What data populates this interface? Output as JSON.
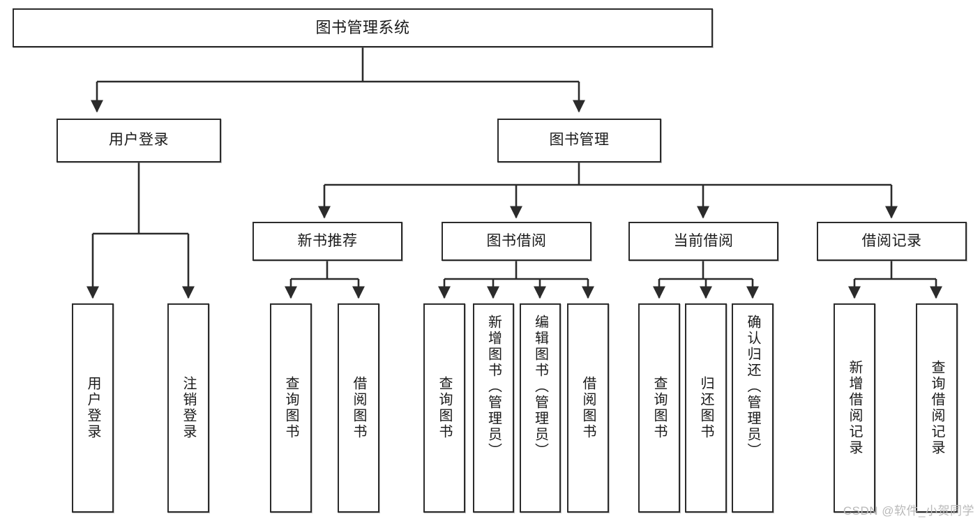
{
  "diagram": {
    "type": "tree-hierarchy",
    "title": "图书管理系统",
    "orientation": "top-down",
    "line_color": "#2b2b2b",
    "box_fill": "#ffffff",
    "text_color": "#1a1a1a",
    "watermark": "CSDN @软件_小贺同学"
  },
  "nodes": {
    "root": {
      "label": "图书管理系统"
    },
    "level1": [
      {
        "id": "user-login",
        "label": "用户登录"
      },
      {
        "id": "book-manage",
        "label": "图书管理"
      }
    ],
    "level2": [
      {
        "id": "new-book-rec",
        "label": "新书推荐"
      },
      {
        "id": "book-borrow",
        "label": "图书借阅"
      },
      {
        "id": "current-borrow",
        "label": "当前借阅"
      },
      {
        "id": "borrow-record",
        "label": "借阅记录"
      }
    ],
    "leaves": {
      "user_login": [
        {
          "id": "leaf-user-login",
          "label": "用户登录"
        },
        {
          "id": "leaf-logout",
          "label": "注销登录"
        }
      ],
      "new_book_rec": [
        {
          "id": "leaf-query-book-1",
          "label": "查询图书"
        },
        {
          "id": "leaf-borrow-book-1",
          "label": "借阅图书"
        }
      ],
      "book_borrow": [
        {
          "id": "leaf-query-book-2",
          "label": "查询图书"
        },
        {
          "id": "leaf-add-book",
          "label": "新增图书（管理员）"
        },
        {
          "id": "leaf-edit-book",
          "label": "编辑图书（管理员）"
        },
        {
          "id": "leaf-borrow-book-2",
          "label": "借阅图书"
        }
      ],
      "current_borrow": [
        {
          "id": "leaf-query-book-3",
          "label": "查询图书"
        },
        {
          "id": "leaf-return-book",
          "label": "归还图书"
        },
        {
          "id": "leaf-confirm-return",
          "label": "确认归还（管理员）"
        }
      ],
      "borrow_record": [
        {
          "id": "leaf-add-record",
          "label": "新增借阅记录"
        },
        {
          "id": "leaf-query-record",
          "label": "查询借阅记录"
        }
      ]
    }
  }
}
